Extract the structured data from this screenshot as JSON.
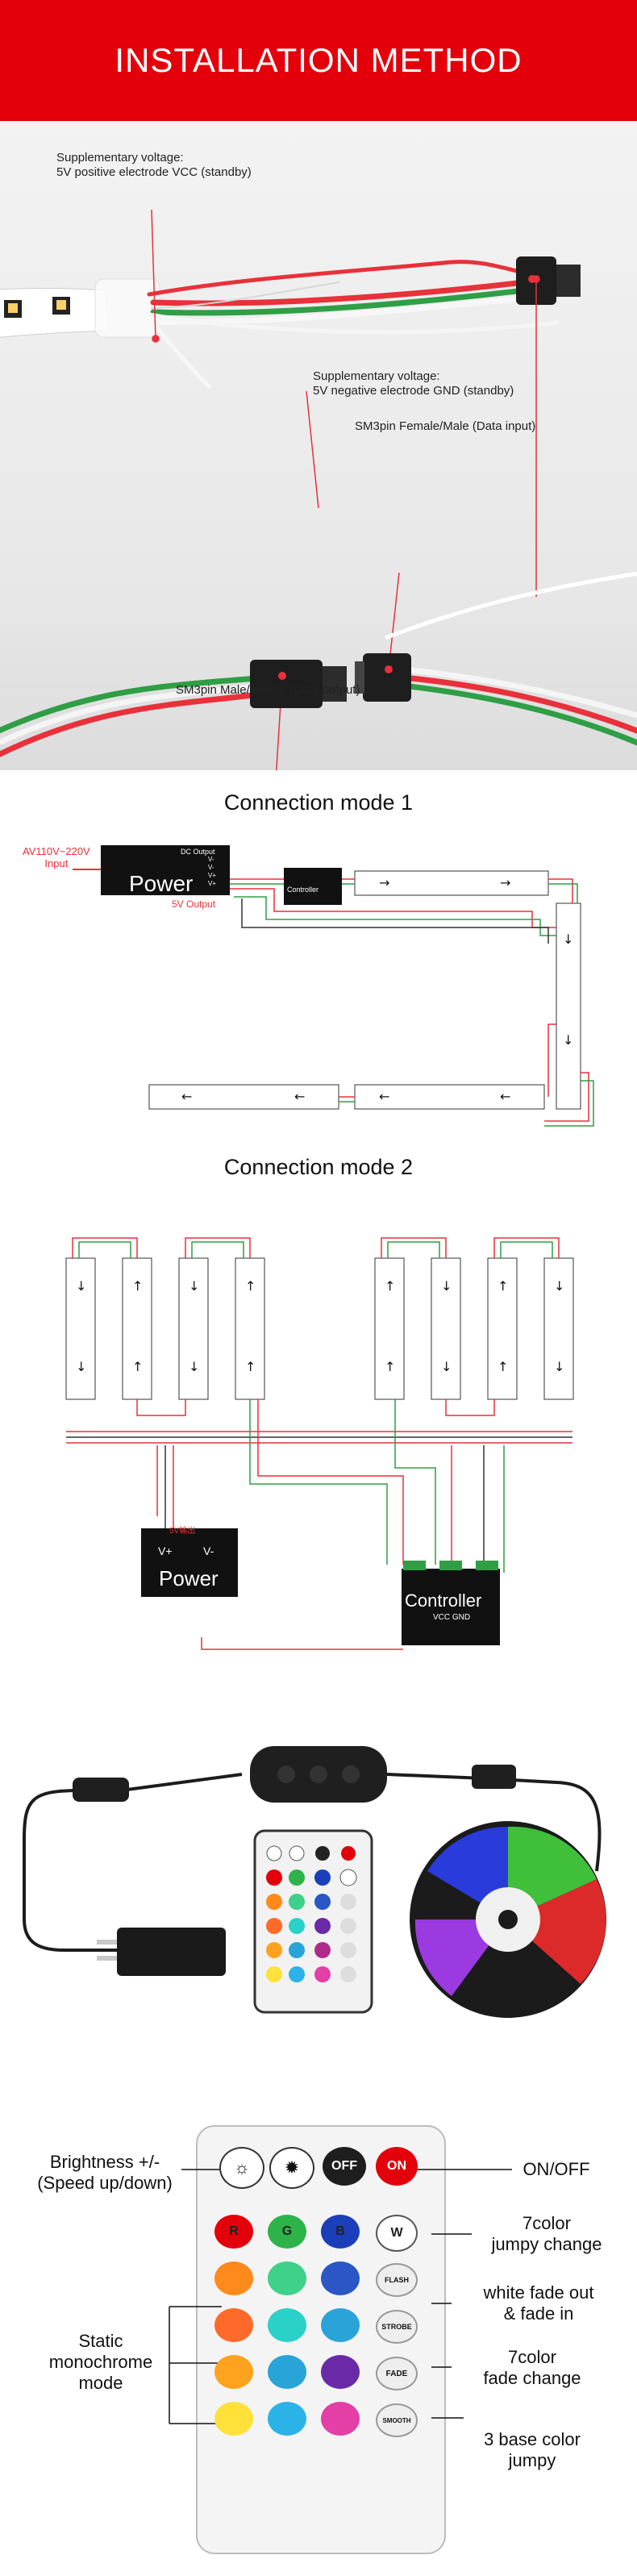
{
  "banner": {
    "title": "INSTALLATION METHOD"
  },
  "wiring_photo": {
    "vcc_note_line1": "Supplementary voltage:",
    "vcc_note_line2": "5V positive electrode VCC (standby)",
    "gnd_note_line1": "Supplementary voltage:",
    "gnd_note_line2": "5V negative electrode GND (standby)",
    "data_input_label": "SM3pin Female/Male (Data input)",
    "data_output_label": "SM3pin Male/female (Data output)"
  },
  "mode1": {
    "title": "Connection mode 1",
    "ac_input_line1": "AV110V~220V",
    "ac_input_line2": "Input",
    "power_label": "Power",
    "dc_output_label": "DC Output",
    "terminals": [
      "V-",
      "V-",
      "V+",
      "V+"
    ],
    "output_5v": "5V Output",
    "controller_label": "Controller"
  },
  "mode2": {
    "title": "Connection mode 2",
    "power_label": "Power",
    "power_top": "5V输出",
    "v_plus": "V+",
    "v_minus": "V-",
    "controller_label": "Controller",
    "controller_pins": "VCC GND"
  },
  "remote_diagram": {
    "brightness_line1": "Brightness +/-",
    "brightness_line2": "(Speed up/down)",
    "onoff": "ON/OFF",
    "jumpy7_line1": "7color",
    "jumpy7_line2": "jumpy change",
    "white_fade_line1": "white fade out",
    "white_fade_line2": "& fade in",
    "fade7_line1": "7color",
    "fade7_line2": "fade change",
    "static_line1": "Static",
    "static_line2": "monochrome",
    "static_line3": "mode",
    "base3_line1": "3 base color",
    "base3_line2": "jumpy",
    "btn_off": "OFF",
    "btn_on": "ON",
    "btn_r": "R",
    "btn_g": "G",
    "btn_b": "B",
    "btn_w": "W",
    "btn_flash": "FLASH",
    "btn_strobe": "STROBE",
    "btn_fade": "FADE",
    "btn_smooth": "SMOOTH"
  },
  "colors": {
    "brand_red": "#e3000b",
    "wire_red": "#e8313a",
    "wire_green": "#2f9e45",
    "wire_white": "#f5f5f5"
  }
}
